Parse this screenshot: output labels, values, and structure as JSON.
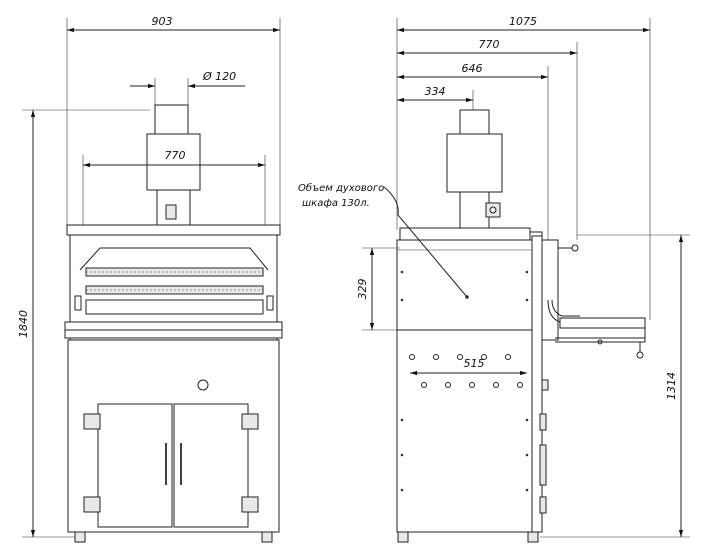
{
  "front_view": {
    "width_overall": "903",
    "chimney_diameter": "Ø 120",
    "inner_width": "770",
    "height_overall": "1840"
  },
  "side_view": {
    "depth_overall": "1075",
    "depth_770": "770",
    "depth_646": "646",
    "depth_334": "334",
    "oven_height": "329",
    "oven_depth": "515",
    "table_height": "1314",
    "oven_volume_note_line1": "Объем духового",
    "oven_volume_note_line2": "шкафа 130л."
  }
}
